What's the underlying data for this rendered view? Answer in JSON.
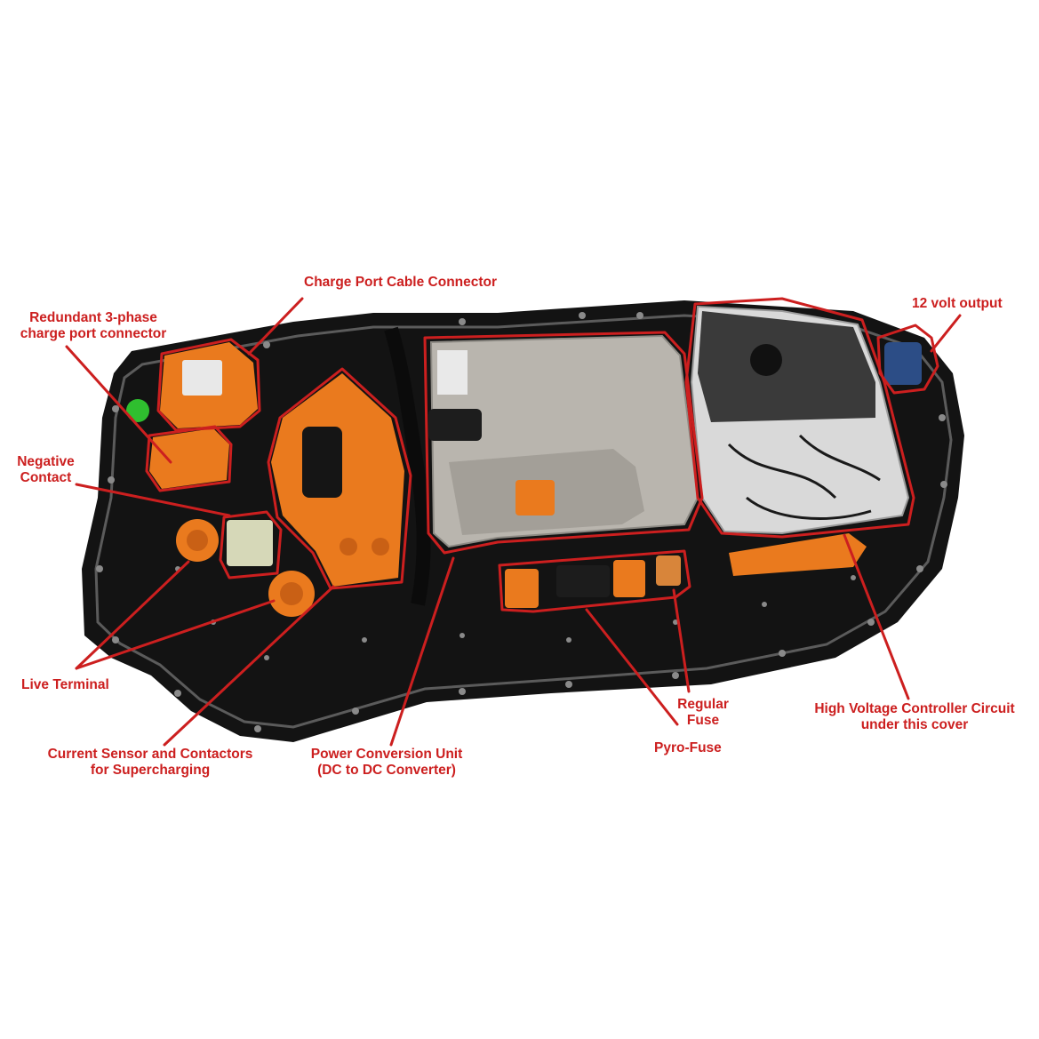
{
  "colors": {
    "annotation": "#cc1f1f",
    "background": "#ffffff",
    "pack_body": "#131313",
    "orange_parts": "#ea7a1e",
    "metal_cover": "#b9b5ae",
    "green_marker": "#2fbf2f"
  },
  "labels": {
    "charge_port_cable_connector": "Charge Port Cable Connector",
    "redundant_line1": "Redundant 3-phase",
    "redundant_line2": "charge port connector",
    "twelve_volt_output": "12 volt output",
    "negative_line1": "Negative",
    "negative_line2": "Contact",
    "live_terminal": "Live Terminal",
    "current_sensor_line1": "Current Sensor and Contactors",
    "current_sensor_line2": "for Supercharging",
    "power_conversion_line1": "Power Conversion Unit",
    "power_conversion_line2": "(DC to DC Converter)",
    "regular_fuse_line1": "Regular",
    "regular_fuse_line2": "Fuse",
    "pyro_fuse": "Pyro-Fuse",
    "hv_controller_line1": "High Voltage Controller Circuit",
    "hv_controller_line2": "under this cover"
  }
}
